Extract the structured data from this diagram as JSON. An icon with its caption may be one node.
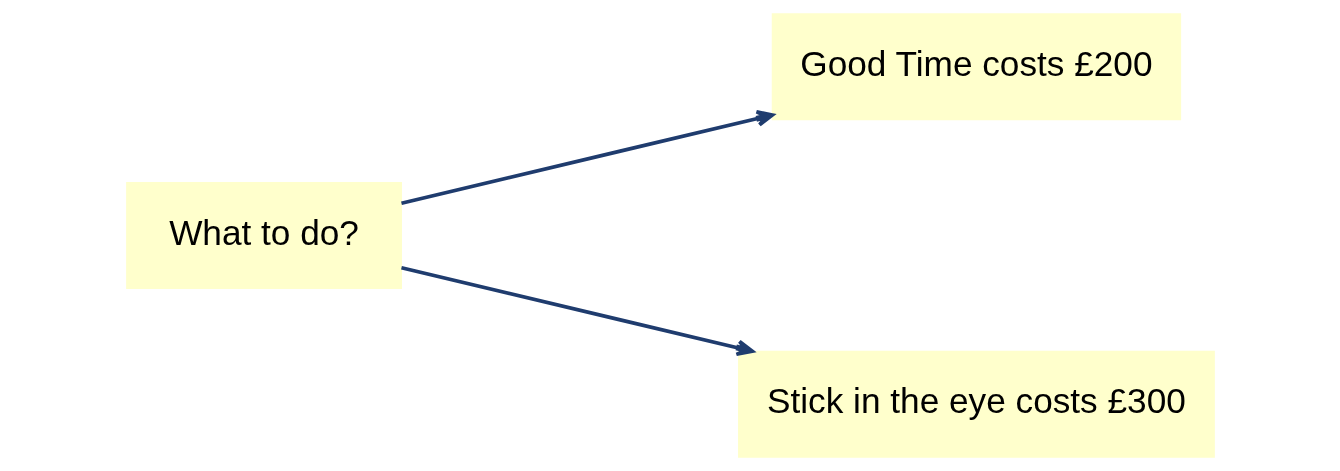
{
  "diagram": {
    "nodes": [
      {
        "text": [
          "What to do?"
        ]
      },
      {
        "text": [
          "Good Time costs £200"
        ]
      },
      {
        "text": [
          "Stick in the eye costs £300"
        ]
      }
    ],
    "edges": [
      {
        "from": 0,
        "to": 1,
        "arrow": "to"
      },
      {
        "from": 0,
        "to": 2,
        "arrow": "to"
      }
    ]
  }
}
